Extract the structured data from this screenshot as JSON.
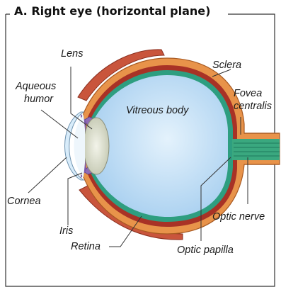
{
  "figure": {
    "title": "A. Right eye (horizontal plane)"
  },
  "labels": {
    "lens": "Lens",
    "sclera": "Sclera",
    "aqueous_humor_1": "Aqueous",
    "aqueous_humor_2": "humor",
    "fovea_1": "Fovea",
    "fovea_2": "centralis",
    "vitreous_body": "Vitreous body",
    "cornea": "Cornea",
    "iris": "Iris",
    "retina": "Retina",
    "optic_nerve": "Optic nerve",
    "optic_papilla": "Optic papilla"
  },
  "colors": {
    "frame": "#333333",
    "vitreous": "#cfe6f8",
    "sclera": "#e8934a",
    "retina": "#2e9e80",
    "choroid_red": "#c0392b",
    "iris": "#8e6bb5",
    "lens": "#e8eadc",
    "cornea": "#d8ecfa",
    "optic_nerve": "#3aa87f"
  }
}
